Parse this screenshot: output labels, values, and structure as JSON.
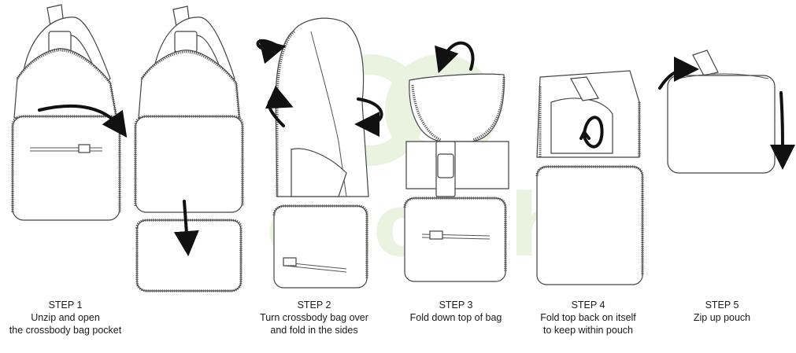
{
  "watermark": {
    "text": "eco chic",
    "color": "#e9f3df"
  },
  "steps": [
    {
      "title": "STEP 1",
      "line1": "Unzip and open",
      "line2": "the crossbody bag pocket"
    },
    {
      "title": "STEP 2",
      "line1": "Turn crossbody bag over",
      "line2": "and fold in the sides"
    },
    {
      "title": "STEP 3",
      "line1": "Fold down top of bag",
      "line2": ""
    },
    {
      "title": "STEP 4",
      "line1": "Fold top back on itself",
      "line2": "to keep within pouch"
    },
    {
      "title": "STEP 5",
      "line1": "Zip up pouch",
      "line2": ""
    }
  ],
  "colors": {
    "outline": "#444444",
    "arrow": "#111111",
    "watermark": "#e9f3df"
  }
}
